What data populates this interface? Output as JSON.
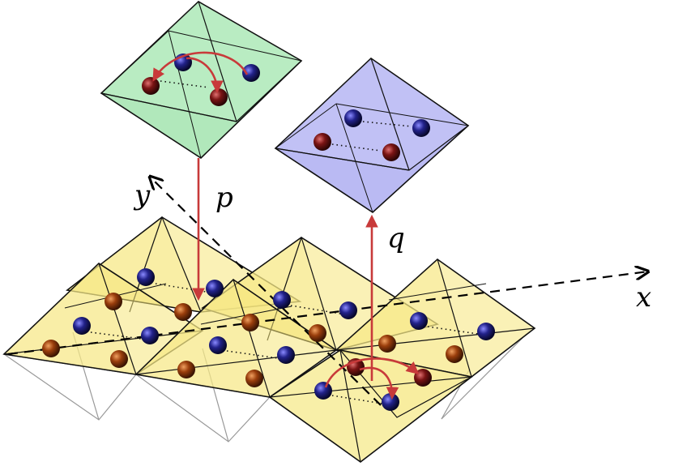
{
  "labels": {
    "p": "p",
    "q": "q",
    "x": "x",
    "y": "y"
  },
  "colors": {
    "green_octahedron": "#a8e6b4",
    "blue_octahedron": "#b3b3f2",
    "yellow_octahedron": "#f5e67a",
    "arrow": "#d04646",
    "blue_ball": "#1c1c80",
    "red_ball": "#7a1010",
    "orange_ball": "#a04a10",
    "edge": "#111111",
    "axis": "#000000"
  }
}
